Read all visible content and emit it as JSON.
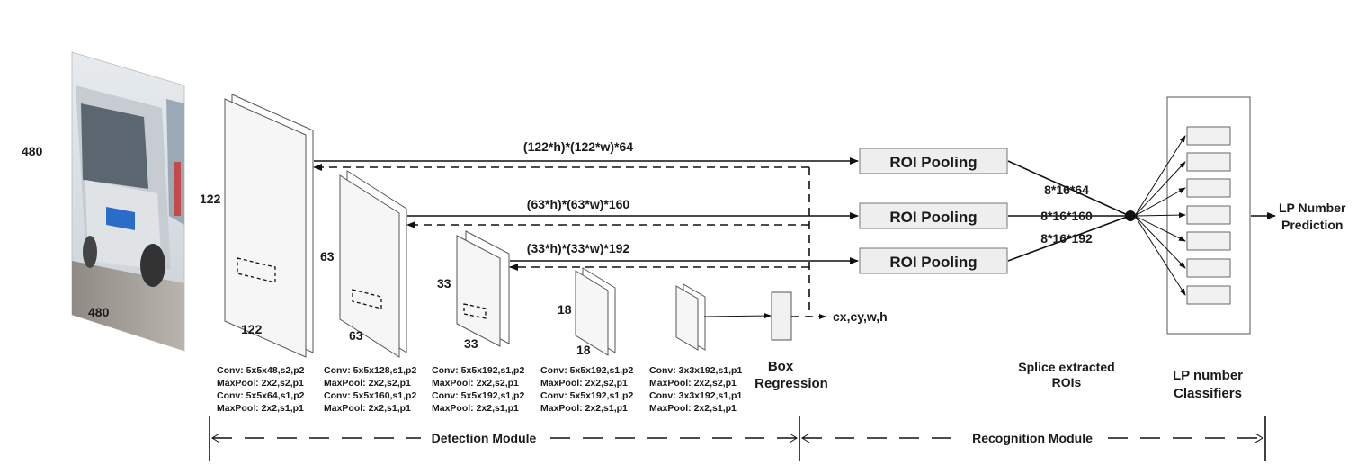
{
  "input": {
    "height_label": "480",
    "width_label": "480"
  },
  "feature_maps": [
    {
      "size_label": "122",
      "side_label": "122"
    },
    {
      "size_label": "63",
      "side_label": "63"
    },
    {
      "size_label": "33",
      "side_label": "33"
    },
    {
      "size_label": "18",
      "side_label": "18"
    }
  ],
  "connections": [
    {
      "dims": "(122*h)*(122*w)*64",
      "roi_label": "ROI Pooling",
      "out_dims": "8*16*64"
    },
    {
      "dims": "(63*h)*(63*w)*160",
      "roi_label": "ROI Pooling",
      "out_dims": "8*16*160"
    },
    {
      "dims": "(33*h)*(33*w)*192",
      "roi_label": "ROI Pooling",
      "out_dims": "8*16*192"
    }
  ],
  "box_output": "cx,cy,w,h",
  "layer_configs": [
    [
      "Conv: 5x5x48,s2,p2",
      "MaxPool: 2x2,s2,p1",
      "Conv: 5x5x64,s1,p2",
      "MaxPool: 2x2,s1,p1"
    ],
    [
      "Conv: 5x5x128,s1,p2",
      "MaxPool: 2x2,s2,p1",
      "Conv: 5x5x160,s1,p2",
      "MaxPool: 2x2,s1,p1"
    ],
    [
      "Conv: 5x5x192,s1,p2",
      "MaxPool: 2x2,s2,p1",
      "Conv: 5x5x192,s1,p2",
      "MaxPool: 2x2,s1,p1"
    ],
    [
      "Conv: 5x5x192,s1,p2",
      "MaxPool: 2x2,s2,p1",
      "Conv: 5x5x192,s1,p2",
      "MaxPool: 2x2,s1,p1"
    ],
    [
      "Conv: 3x3x192,s1,p1",
      "MaxPool: 2x2,s2,p1",
      "Conv: 3x3x192,s1,p1",
      "MaxPool: 2x2,s1,p1"
    ]
  ],
  "labels": {
    "box_regression_1": "Box",
    "box_regression_2": "Regression",
    "splice_1": "Splice extracted",
    "splice_2": "ROIs",
    "classifiers_1": "LP number",
    "classifiers_2": "Classifiers",
    "prediction_1": "LP Number",
    "prediction_2": "Prediction"
  },
  "modules": {
    "detection": "Detection Module",
    "recognition": "Recognition Module"
  },
  "colors": {
    "line": "#111111",
    "plane_fill": "#f6f6f6",
    "roi_fill": "#eeeeee"
  }
}
